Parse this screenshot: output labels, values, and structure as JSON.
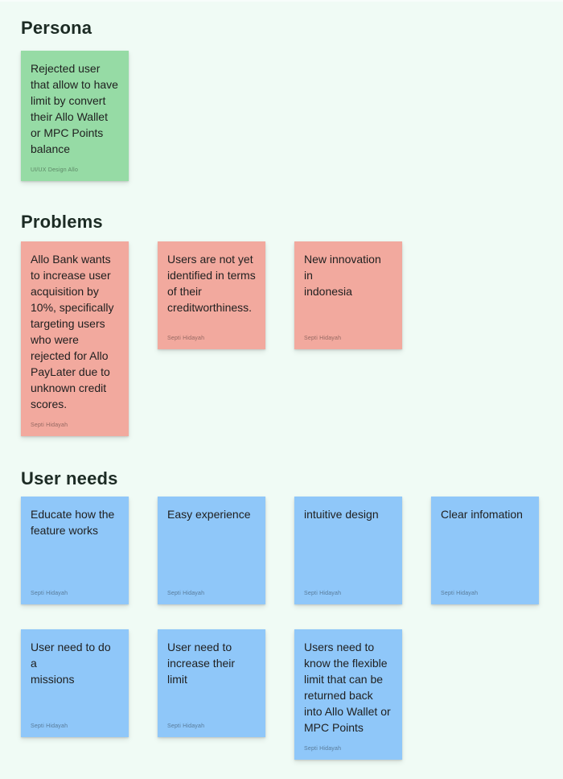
{
  "page": {
    "background_color": "#f0fbf5",
    "heading_color": "#1c2b24"
  },
  "sections": [
    {
      "title": "Persona",
      "note_color": "#96dba5",
      "rows": [
        [
          {
            "text": "Rejected user\nthat allow to have\nlimit by convert\ntheir Allo Wallet\nor MPC Points\nbalance",
            "author": "UI/UX Design Allo"
          }
        ]
      ]
    },
    {
      "title": "Problems",
      "note_color": "#f2a99e",
      "rows": [
        [
          {
            "text": "Allo Bank wants\nto increase user\nacquisition by\n10%, specifically\ntargeting users\nwho were\nrejected for Allo\nPayLater due to\nunknown credit\nscores.",
            "author": "Septi Hidayah"
          },
          {
            "text": "Users are not yet\nidentified in terms\nof their\ncreditworthiness.",
            "author": "Septi Hidayah"
          },
          {
            "text": "New innovation in\nindonesia",
            "author": "Septi Hidayah"
          }
        ]
      ]
    },
    {
      "title": "User needs",
      "note_color": "#8fc7f9",
      "rows": [
        [
          {
            "text": "Educate how the\nfeature works",
            "author": "Septi Hidayah"
          },
          {
            "text": "Easy experience",
            "author": "Septi Hidayah"
          },
          {
            "text": "intuitive design",
            "author": "Septi Hidayah"
          },
          {
            "text": "Clear infomation",
            "author": "Septi Hidayah"
          }
        ],
        [
          {
            "text": "User need to do a\nmissions",
            "author": "Septi Hidayah"
          },
          {
            "text": "User need to\nincrease their\nlimit",
            "author": "Septi Hidayah"
          },
          {
            "text": "Users need to\nknow the flexible\nlimit that can be\nreturned back\ninto Allo Wallet or\nMPC Points",
            "author": "Septi Hidayah"
          }
        ]
      ]
    }
  ]
}
